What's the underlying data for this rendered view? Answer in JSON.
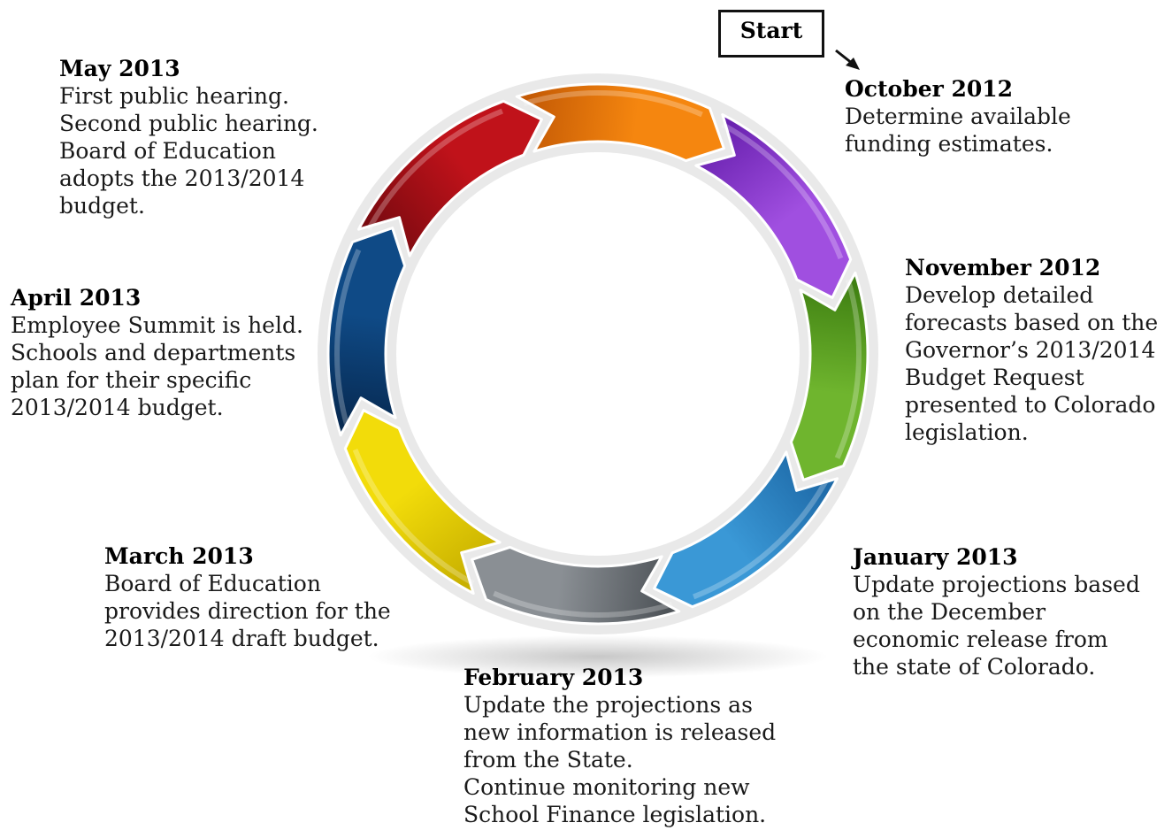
{
  "start": {
    "label": "Start"
  },
  "phases": [
    {
      "id": "october",
      "title": "October 2012",
      "text": "Determine available\nfunding estimates.",
      "color": "#c0121a",
      "dark": "#7a0a10"
    },
    {
      "id": "november",
      "title": "November 2012",
      "text": "Develop detailed\nforecasts based on the\nGovernor’s 2013/2014\nBudget Request\npresented to Colorado\nlegislation.",
      "color": "#f5860f",
      "dark": "#c45a05"
    },
    {
      "id": "december",
      "title": "",
      "text": "",
      "color": "#a04fe0",
      "dark": "#6a22b0"
    },
    {
      "id": "january",
      "title": "January 2013",
      "text": "Update projections based\non the December\neconomic release from\nthe state of Colorado.",
      "color": "#6fb52e",
      "dark": "#3f8012"
    },
    {
      "id": "february",
      "title": "February 2013",
      "text": "Update the projections as\nnew information is released\nfrom the State.\nContinue monitoring new\nSchool Finance legislation.",
      "color": "#3a98d6",
      "dark": "#1e6aa8"
    },
    {
      "id": "march",
      "title": "March 2013",
      "text": "Board of Education\nprovides direction for the\n2013/2014 draft budget.",
      "color": "#8a8f94",
      "dark": "#4e5358"
    },
    {
      "id": "april",
      "title": "April 2013",
      "text": "Employee Summit is held.\nSchools and departments\nplan for their specific\n2013/2014 budget.",
      "color": "#f2dc0a",
      "dark": "#c8b000"
    },
    {
      "id": "may",
      "title": "May 2013",
      "text": "First public hearing.\nSecond public hearing.\nBoard of Education\nadopts the 2013/2014\nbudget.",
      "color": "#0f4a86",
      "dark": "#072a52"
    }
  ]
}
